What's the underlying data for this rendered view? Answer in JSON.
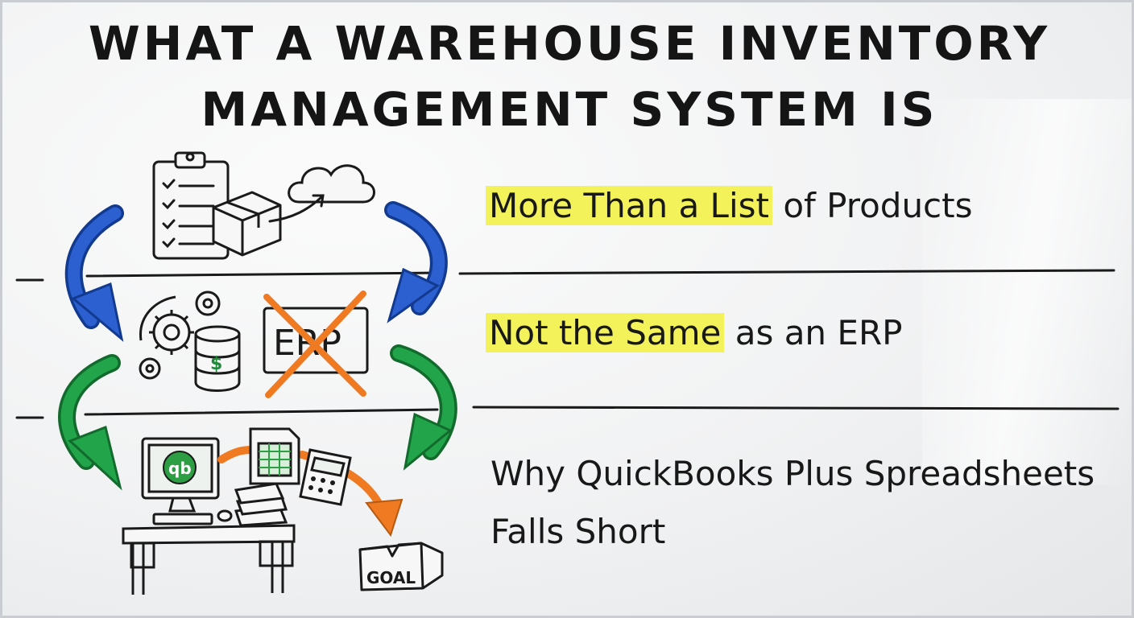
{
  "title": {
    "line1": "WHAT A WAREHOUSE INVENTORY",
    "line2": "MANAGEMENT SYSTEM IS"
  },
  "points": [
    {
      "highlight": "More Than a List",
      "rest": " of Products"
    },
    {
      "highlight": "Not the Same",
      "rest": " as an ERP"
    },
    {
      "line1": "Why QuickBooks Plus Spreadsheets",
      "line2": "Falls Short"
    }
  ],
  "icons": {
    "erp_label": "ERP",
    "qb_label": "qb",
    "dollar_label": "$",
    "goal_label": "GOAL"
  },
  "colors": {
    "highlight": "#f4f25a",
    "blue_arrow": "#1f4fb5",
    "green_arrow": "#1e9a45",
    "orange": "#ef7a22",
    "ink": "#181818"
  }
}
